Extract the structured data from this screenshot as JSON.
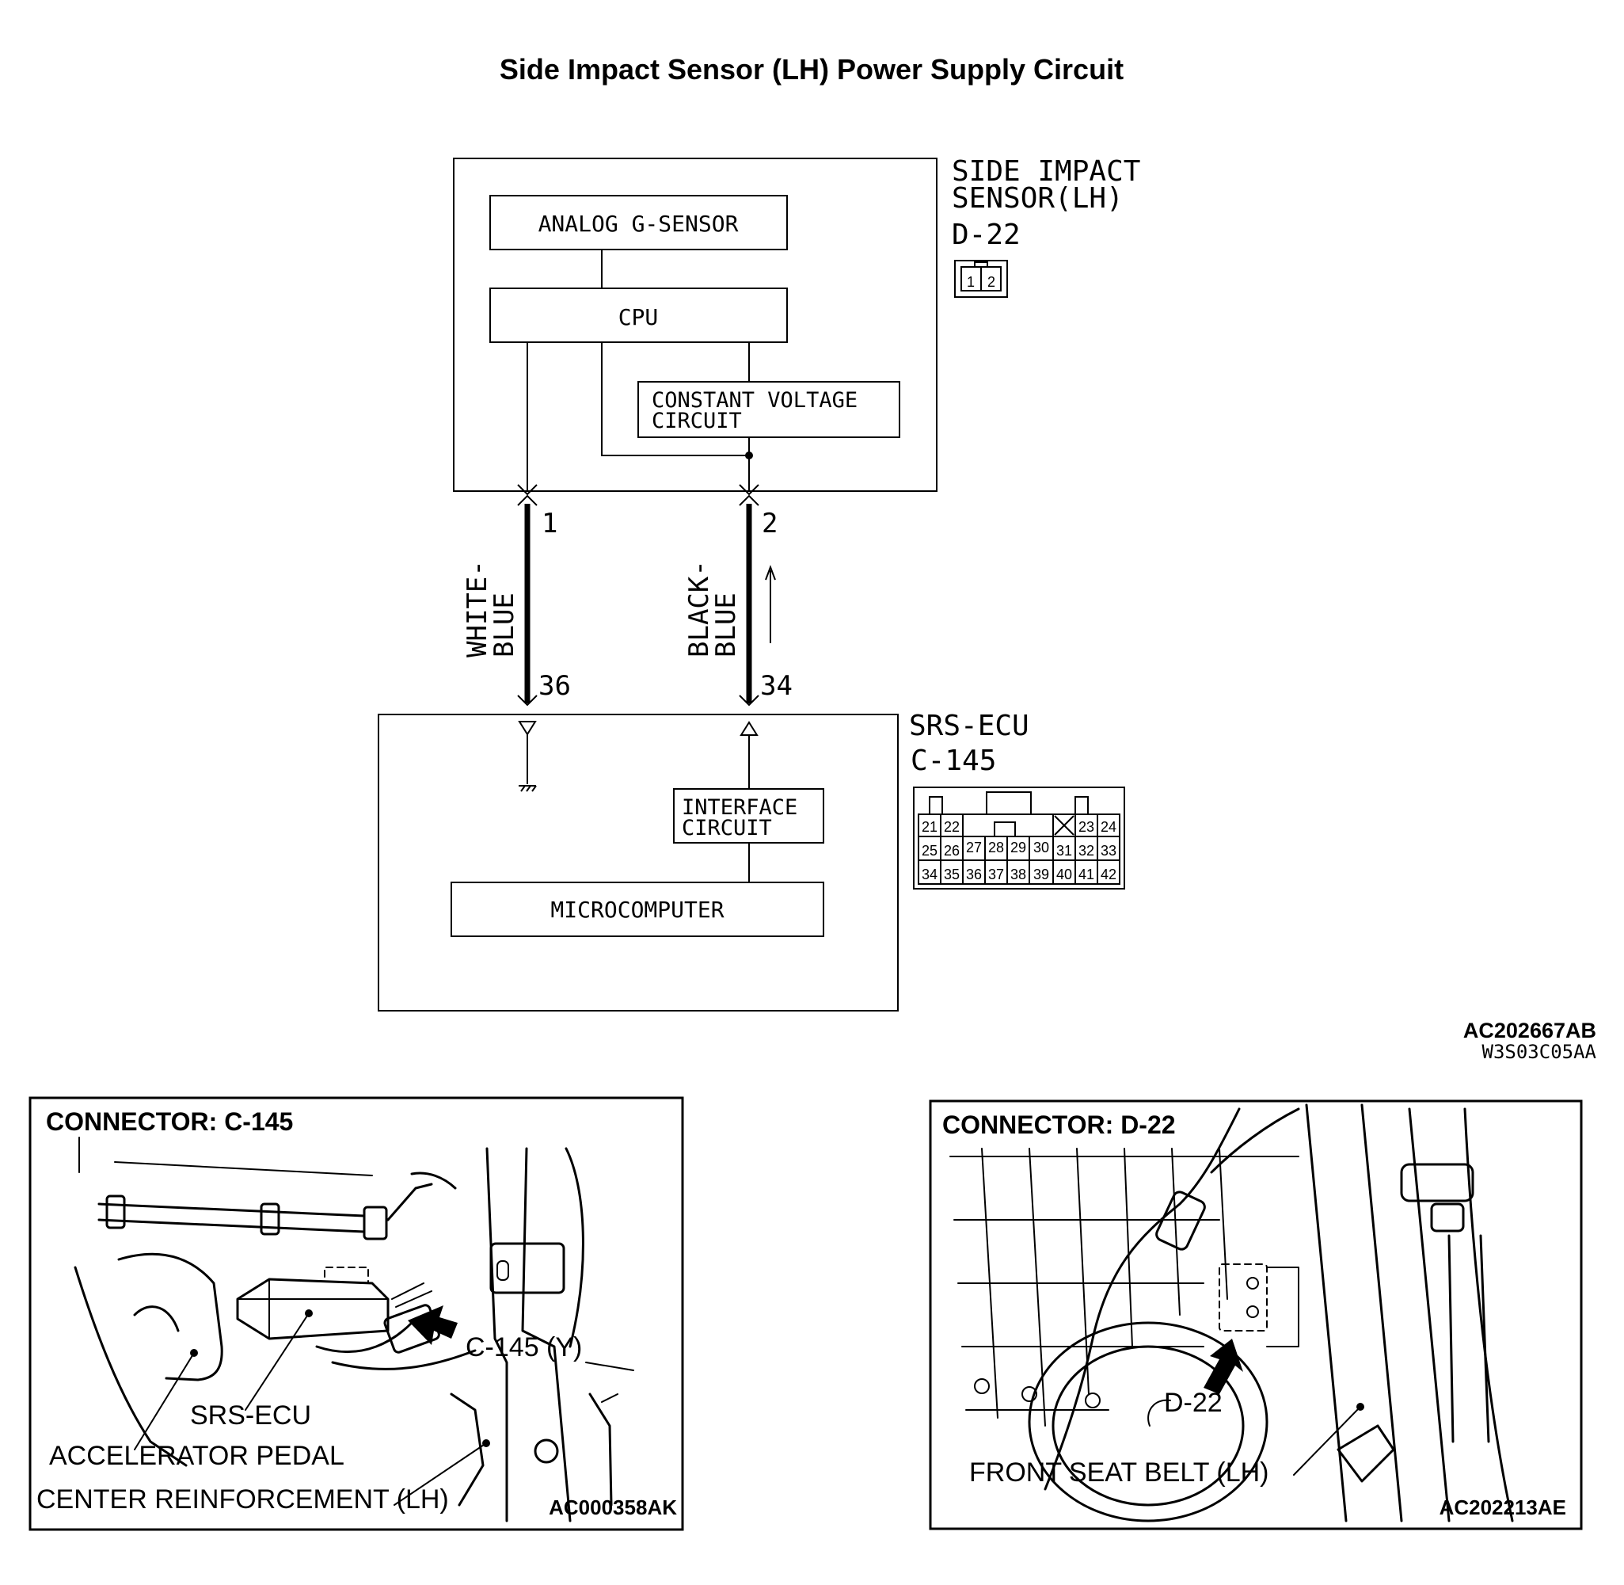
{
  "title": "Side Impact Sensor (LH) Power Supply Circuit",
  "sensor": {
    "name_line1": "SIDE IMPACT",
    "name_line2": "SENSOR(LH)",
    "connector_id": "D-22",
    "pins": [
      "1",
      "2"
    ],
    "blocks": {
      "analog_g_sensor": "ANALOG G-SENSOR",
      "cpu": "CPU",
      "constant_voltage_line1": "CONSTANT VOLTAGE",
      "constant_voltage_line2": "CIRCUIT"
    }
  },
  "wires": [
    {
      "color_line1": "WHITE-",
      "color_line2": "BLUE",
      "sensor_pin": "1",
      "ecu_pin": "36"
    },
    {
      "color_line1": "BLACK-",
      "color_line2": "BLUE",
      "sensor_pin": "2",
      "ecu_pin": "34"
    }
  ],
  "ecu": {
    "name": "SRS-ECU",
    "connector_id": "C-145",
    "blocks": {
      "interface_line1": "INTERFACE",
      "interface_line2": "CIRCUIT",
      "microcomputer": "MICROCOMPUTER"
    },
    "pin_rows": [
      [
        "21",
        "22",
        "",
        "",
        "",
        "",
        "23",
        "24"
      ],
      [
        "25",
        "26",
        "27",
        "28",
        "29",
        "30",
        "31",
        "32",
        "33"
      ],
      [
        "34",
        "35",
        "36",
        "37",
        "38",
        "39",
        "40",
        "41",
        "42"
      ]
    ]
  },
  "diagram_codes": {
    "code1": "AC202667AB",
    "code2": "W3S03C05AA"
  },
  "panel_left": {
    "heading": "CONNECTOR: C-145",
    "callout_connector": "C-145 (Y)",
    "callout_ecu": "SRS-ECU",
    "callout_pedal": "ACCELERATOR PEDAL",
    "callout_reinforcement": "CENTER REINFORCEMENT (LH)",
    "code": "AC000358AK"
  },
  "panel_right": {
    "heading": "CONNECTOR: D-22",
    "callout_connector": "D-22",
    "callout_belt": "FRONT SEAT BELT (LH)",
    "code": "AC202213AE"
  }
}
